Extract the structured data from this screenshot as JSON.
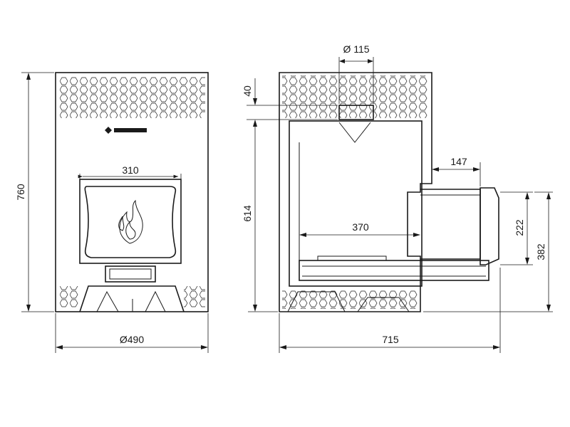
{
  "drawing": {
    "front_view": {
      "height_label": "760",
      "width_label": "Ø490",
      "door_label": "310",
      "logo_icon": "brand-logo-icon",
      "flame_icon": "flame-icon"
    },
    "side_view": {
      "pipe_label": "Ø 115",
      "top_offset_label": "40",
      "chamber_height_label": "614",
      "tunnel_offset_label": "147",
      "tunnel_depth_label": "370",
      "tunnel_height_label": "222",
      "tunnel_elevation_label": "382",
      "total_depth_label": "715"
    }
  }
}
